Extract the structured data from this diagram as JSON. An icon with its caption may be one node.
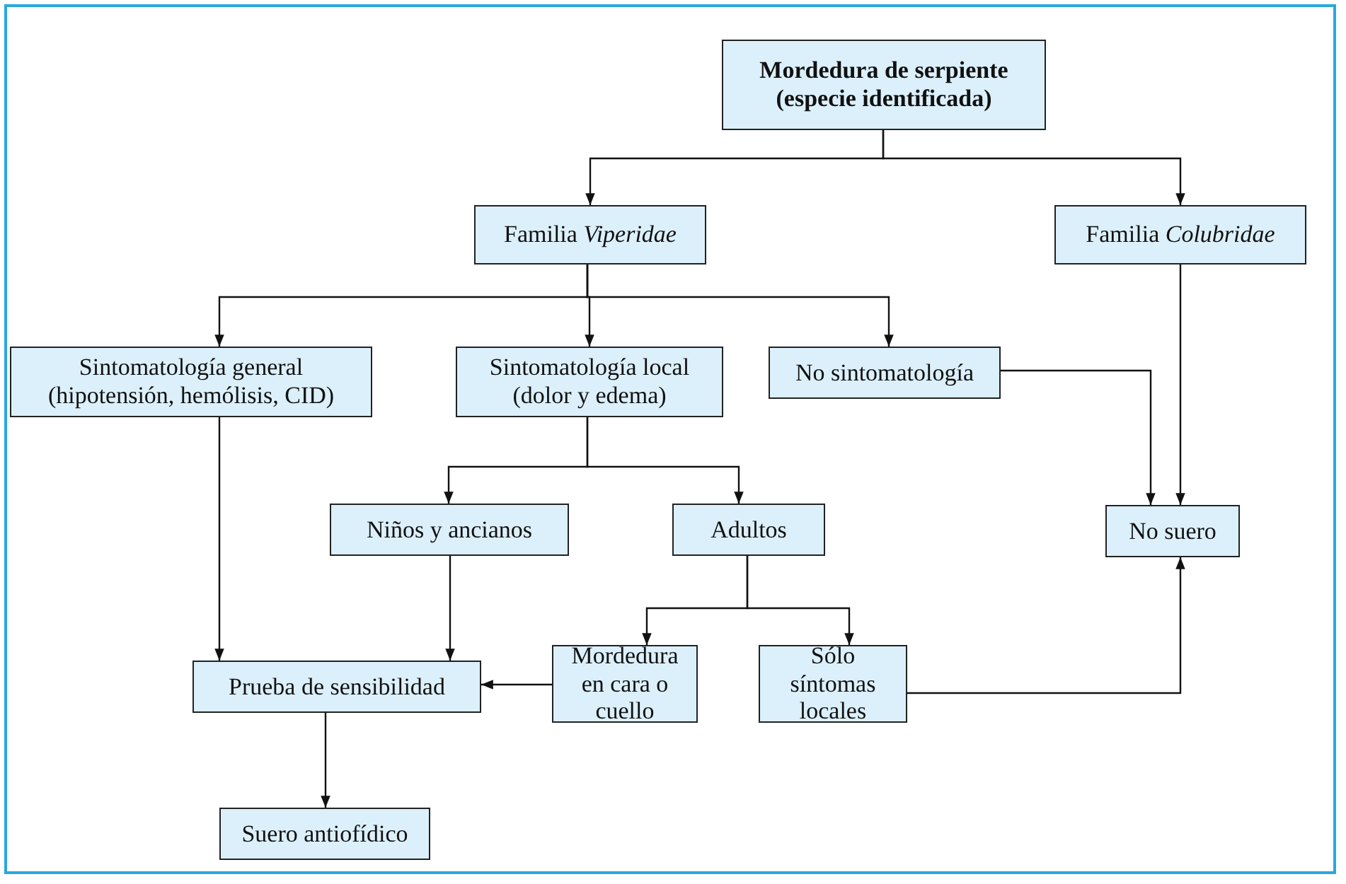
{
  "diagram": {
    "nodes": [
      {
        "text": [
          "Mordedura de serpiente (especie identificada)"
        ]
      },
      {
        "text": [
          "Familia *Viperidae*"
        ]
      },
      {
        "text": [
          "Familia *Colubridae*"
        ]
      },
      {
        "text": [
          "Sintomatología general (hipotensión, hemólisis, CID)"
        ]
      },
      {
        "text": [
          "Sintomatología local (dolor y edema)"
        ]
      },
      {
        "text": [
          "No sintomatología"
        ]
      },
      {
        "text": [
          "Niños y ancianos"
        ]
      },
      {
        "text": [
          "Adultos"
        ]
      },
      {
        "text": [
          "No suero"
        ]
      },
      {
        "text": [
          "Prueba de sensibilidad"
        ]
      },
      {
        "text": [
          "Mordedura en cara o cuello"
        ]
      },
      {
        "text": [
          "Sólo síntomas locales"
        ]
      },
      {
        "text": [
          "Suero antiofídico"
        ]
      }
    ],
    "edges": [
      {
        "from": 0,
        "to": 1,
        "arrow": "to"
      },
      {
        "from": 0,
        "to": 2,
        "arrow": "to"
      },
      {
        "from": 1,
        "to": 3,
        "arrow": "to"
      },
      {
        "from": 1,
        "to": 4,
        "arrow": "to"
      },
      {
        "from": 1,
        "to": 5,
        "arrow": "to"
      },
      {
        "from": 2,
        "to": 8,
        "arrow": "to"
      },
      {
        "from": 5,
        "to": 8,
        "arrow": "to"
      },
      {
        "from": 4,
        "to": 6,
        "arrow": "to"
      },
      {
        "from": 4,
        "to": 7,
        "arrow": "to"
      },
      {
        "from": 3,
        "to": 9,
        "arrow": "to"
      },
      {
        "from": 6,
        "to": 9,
        "arrow": "to"
      },
      {
        "from": 7,
        "to": 10,
        "arrow": "to"
      },
      {
        "from": 7,
        "to": 11,
        "arrow": "to"
      },
      {
        "from": 10,
        "to": 9,
        "arrow": "to"
      },
      {
        "from": 11,
        "to": 8,
        "arrow": "to"
      },
      {
        "from": 9,
        "to": 12,
        "arrow": "to"
      }
    ]
  }
}
